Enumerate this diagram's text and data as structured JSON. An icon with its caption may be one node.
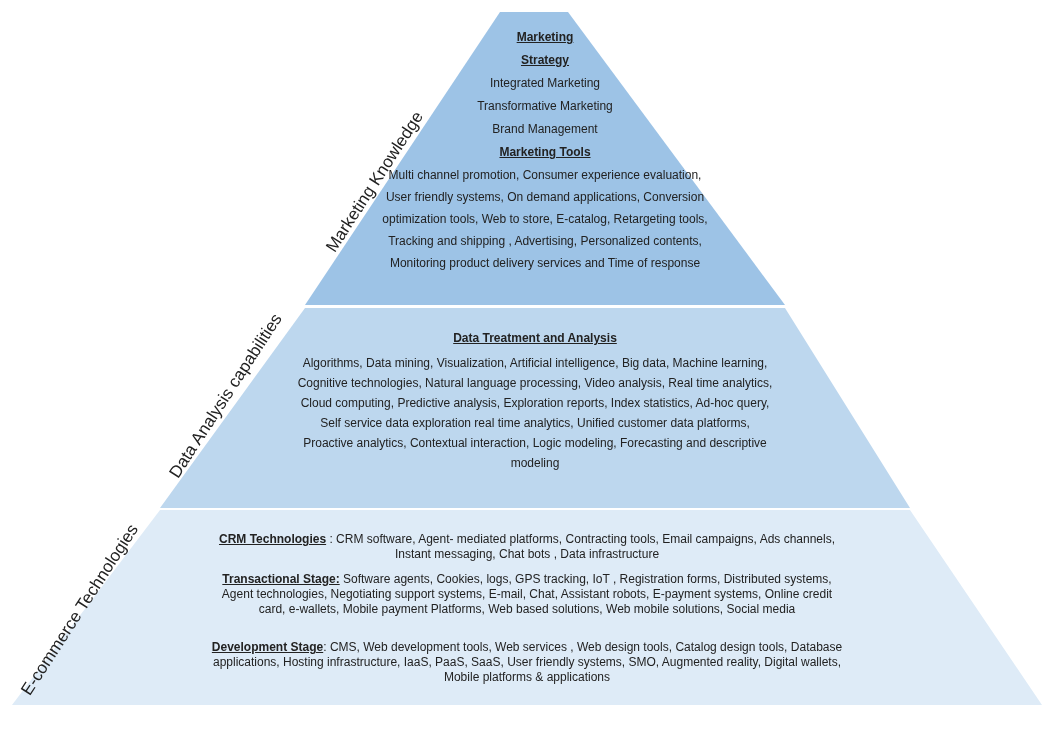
{
  "diagram": {
    "nodes": [
      {
        "text": [
          "Marketing Knowledge",
          "Marketing Strategy",
          "Integrated Marketing",
          "Transformative Marketing",
          "Brand Management",
          "Marketing Tools",
          "Multi channel promotion, Consumer experience evaluation, User friendly systems, On demand applications, Conversion optimization tools, Web to store, E-catalog, Retargeting tools, Tracking and shipping , Advertising, Personalized contents, Monitoring product delivery services and Time of response"
        ]
      },
      {
        "text": [
          "Data Analysis capabilities",
          "Data Treatment and Analysis",
          "Algorithms, Data mining, Visualization,  Artificial intelligence, Big data, Machine learning, Cognitive technologies, Natural language processing, Video analysis, Real time analytics, Cloud computing, Predictive analysis, Exploration reports, Index statistics, Ad-hoc query, Self service data exploration real time analytics, Unified customer data platforms, Proactive analytics, Contextual interaction, Logic modeling, Forecasting and descriptive modeling"
        ]
      },
      {
        "text": [
          "E-commerce Technologies",
          "**CRM Technologies** : CRM software, Agent- mediated platforms, Contracting tools, Email campaigns, Ads channels, Instant messaging, Chat bots , Data infrastructure",
          "**Transactional Stage:**  Software agents, Cookies, logs, GPS tracking, IoT , Registration forms, Distributed systems, Agent technologies, Negotiating support systems, E-mail, Chat, Assistant robots, E-payment systems, Online credit card, e-wallets, Mobile payment Platforms, Web based solutions, Web mobile solutions, Social media",
          "**Development Stage**: CMS, Web development tools, Web services , Web design tools, Catalog design tools, Database applications, Hosting infrastructure, IaaS, PaaS, SaaS, User friendly systems, SMO, Augmented reality, Digital wallets, Mobile platforms & applications"
        ]
      }
    ]
  }
}
